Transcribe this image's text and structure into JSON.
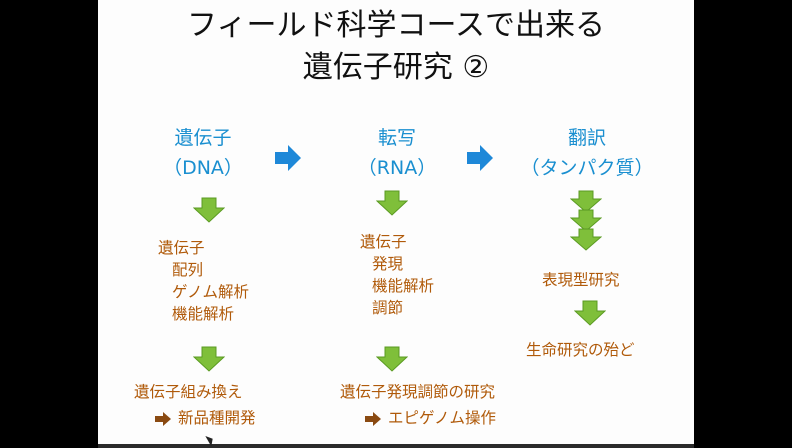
{
  "slide": {
    "title_line1": "フィールド科学コースで出来る",
    "title_line2": "遺伝子研究 ②"
  },
  "columns": [
    {
      "heading": "遺伝子",
      "sub": "（DNA）",
      "items": [
        "遺伝子",
        "配列",
        "ゲノム解析",
        "機能解析"
      ],
      "bottom": "遺伝子組み換え",
      "bottom_sub": "新品種開発"
    },
    {
      "heading": "転写",
      "sub": "（RNA）",
      "items": [
        "遺伝子",
        "発現",
        "機能解析",
        "調節"
      ],
      "bottom": "遺伝子発現調節の研究",
      "bottom_sub": "エピゲノム操作"
    },
    {
      "heading": "翻訳",
      "sub": "（タンパク質）",
      "items": [
        "表現型研究"
      ],
      "bottom": "生命研究の殆ど"
    }
  ],
  "colors": {
    "heading": "#1a8fd0",
    "body_text": "#b05a0a",
    "down_arrow": "#7fbf3a",
    "right_arrow": "#1e88d8",
    "slide_bg": "#fdfdfd",
    "frame_bg": "#000000"
  }
}
